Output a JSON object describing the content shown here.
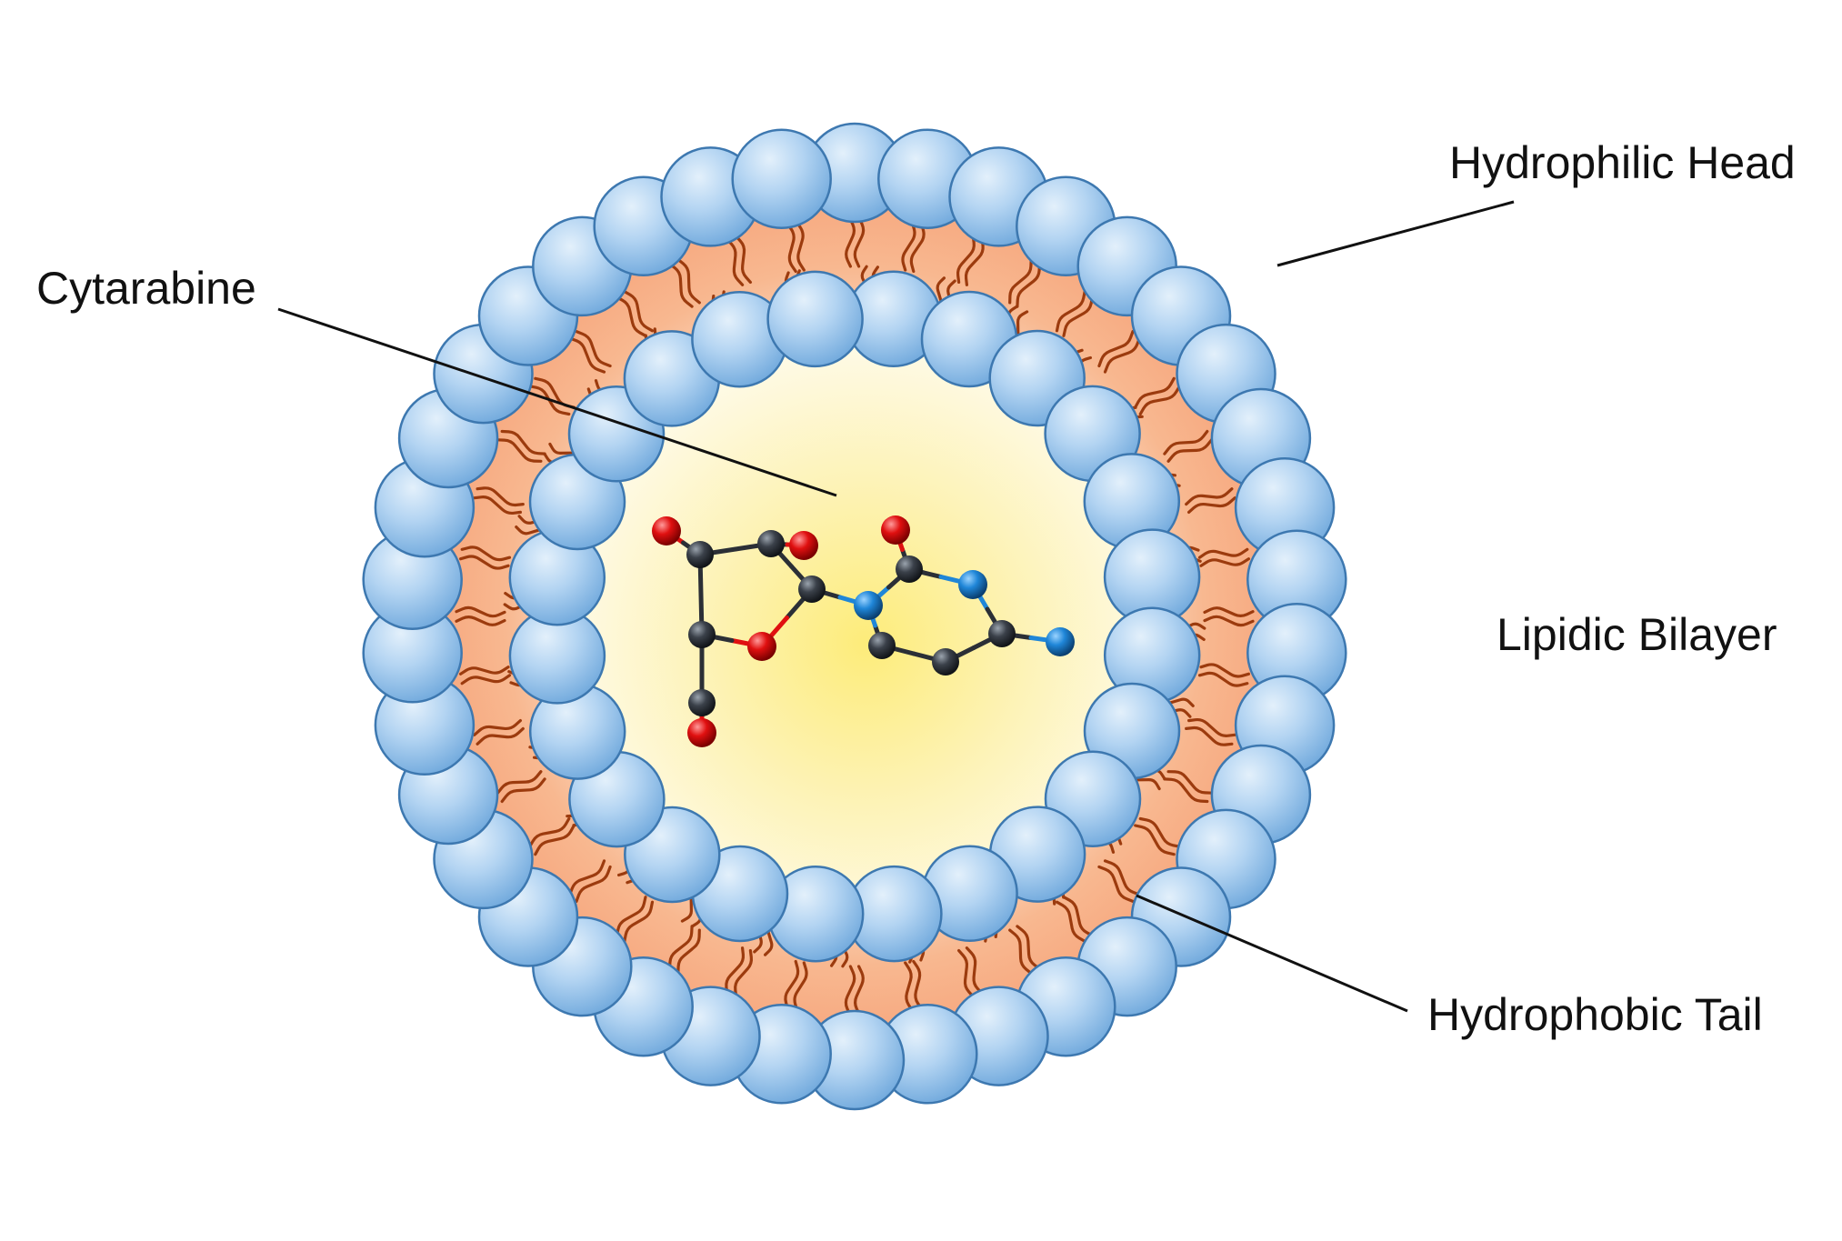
{
  "labels": {
    "cytarabine": "Cytarabine",
    "hydrophilic_head": "Hydrophilic Head",
    "lipidic_bilayer": "Lipidic Bilayer",
    "hydrophobic_tail": "Hydrophobic Tail"
  },
  "colors": {
    "head_fill_light": "#d3e6f8",
    "head_fill_dark": "#6fa8dc",
    "head_stroke": "#3d78b0",
    "bilayer_core": "#f6a57c",
    "bilayer_edge": "#fde6d4",
    "interior_center": "#fdf18e",
    "interior_edge": "#fdf7d3",
    "tail": "#9c3b0e",
    "atom_carbon": "#2b2f36",
    "atom_oxygen": "#e01010",
    "atom_nitrogen": "#1f86d8",
    "leader_line": "#111111"
  },
  "molecule": {
    "name_ref": "labels.cytarabine",
    "atom_types": [
      "carbon",
      "oxygen",
      "nitrogen"
    ]
  }
}
